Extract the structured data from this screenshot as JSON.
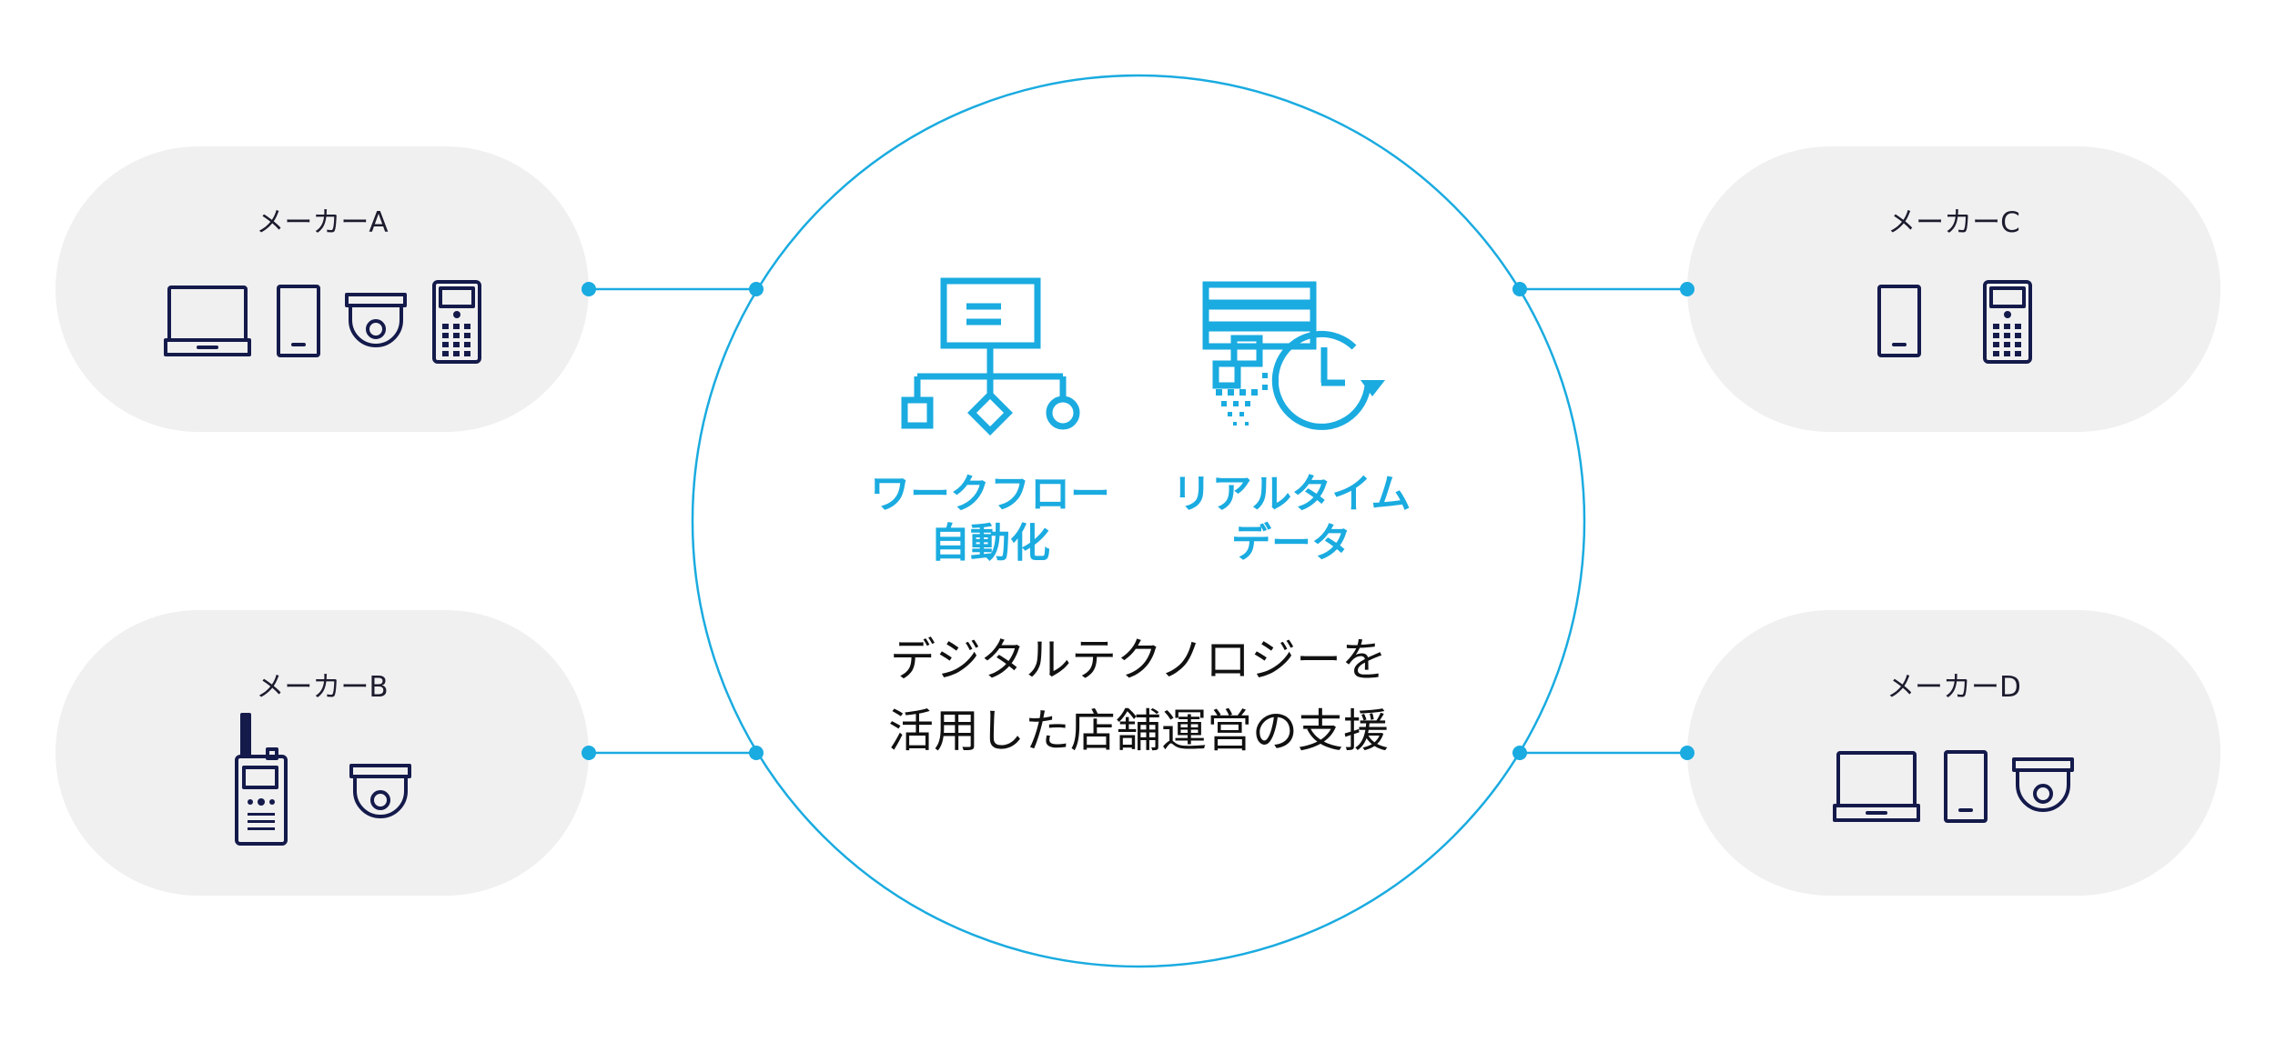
{
  "makers": [
    {
      "label": "メーカーA",
      "devices": [
        "laptop-icon",
        "smartphone-icon",
        "dome-camera-icon",
        "handheld-terminal-icon"
      ]
    },
    {
      "label": "メーカーB",
      "devices": [
        "two-way-radio-icon",
        "dome-camera-icon"
      ]
    },
    {
      "label": "メーカーC",
      "devices": [
        "smartphone-icon",
        "handheld-terminal-icon"
      ]
    },
    {
      "label": "メーカーD",
      "devices": [
        "laptop-icon",
        "smartphone-icon",
        "dome-camera-icon"
      ]
    }
  ],
  "features": [
    {
      "icon": "workflow-icon",
      "line1": "ワークフロー",
      "line2": "自動化"
    },
    {
      "icon": "realtime-data-icon",
      "line1": "リアルタイム",
      "line2": "データ"
    }
  ],
  "center": {
    "line1": "デジタルテクノロジーを",
    "line2": "活用した店舗運営の支援"
  },
  "colors": {
    "accent": "#1aabe0",
    "device_stroke": "#141a4a",
    "pill_background": "#f0f0f1"
  }
}
